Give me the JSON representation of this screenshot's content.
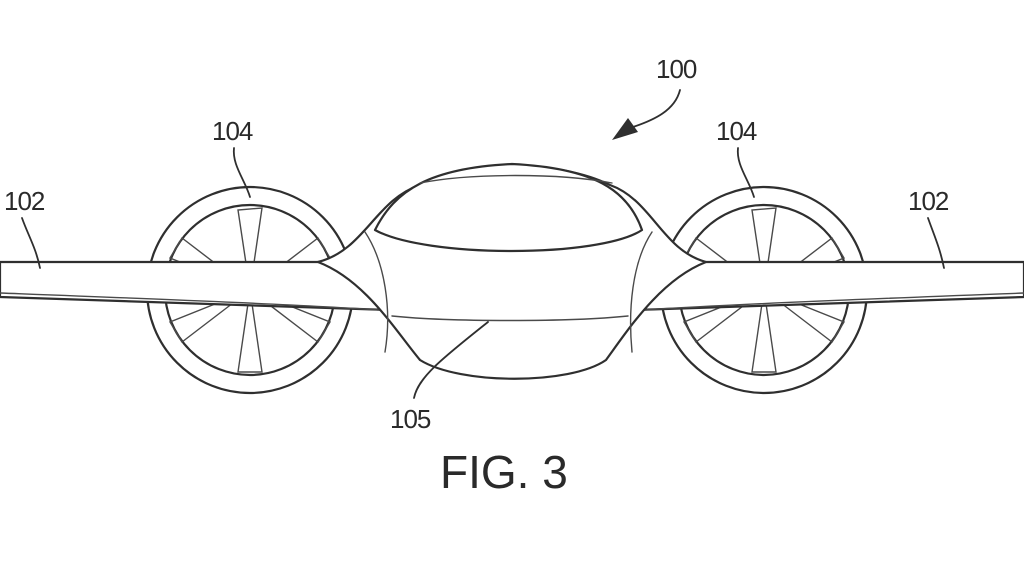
{
  "figure": {
    "caption": "FIG. 3",
    "labels": {
      "aircraft": "100",
      "wing_left": "102",
      "wing_right": "102",
      "fan_left": "104",
      "fan_right": "104",
      "fuselage": "105"
    }
  },
  "colors": {
    "line": "#2f2f2f",
    "background": "#ffffff"
  }
}
